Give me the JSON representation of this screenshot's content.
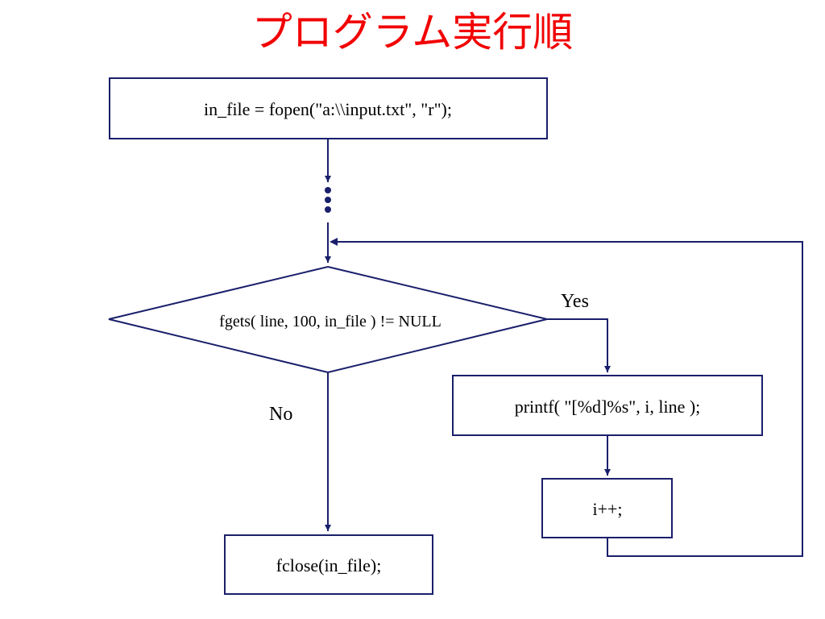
{
  "title": "プログラム実行順",
  "colors": {
    "title": "#f20000",
    "lines": "#1a1f6b"
  },
  "nodes": {
    "open": "in_file = fopen(\"a:\\\\input.txt\", \"r\");",
    "decision": "fgets( line, 100, in_file ) != NULL",
    "print": "printf( \"[%d]%s\", i, line );",
    "increment": "i++;",
    "close": "fclose(in_file);"
  },
  "labels": {
    "yes": "Yes",
    "no": "No"
  }
}
